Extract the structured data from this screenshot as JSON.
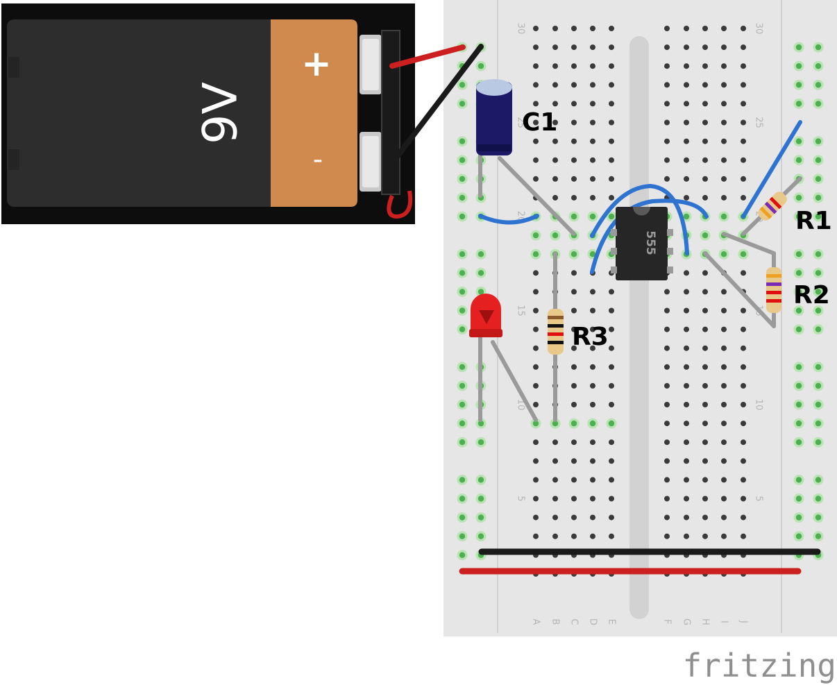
{
  "battery": {
    "text": "9V",
    "positive_symbol": "+",
    "negative_symbol": "-"
  },
  "chip": {
    "label": "555"
  },
  "components": {
    "c1": "C1",
    "r1": "R1",
    "r2": "R2",
    "r3": "R3"
  },
  "breadboard": {
    "row_numbers": [
      "30",
      "25",
      "20",
      "15",
      "10",
      "5"
    ],
    "columns_left": [
      "A",
      "B",
      "C",
      "D",
      "E"
    ],
    "columns_right": [
      "F",
      "G",
      "H",
      "I",
      "J"
    ]
  },
  "watermark": "fritzing",
  "colors": {
    "breadboard": "#e6e6e6",
    "battery_body": "#2b2b2b",
    "battery_label": "#d08a4e",
    "wire_red": "#cc1f1f",
    "wire_black": "#1a1a1a",
    "wire_blue": "#2f73d0",
    "wire_gray": "#9a9a9a",
    "capacitor": "#1c1a66",
    "led": "#e52020",
    "chip": "#262626"
  }
}
